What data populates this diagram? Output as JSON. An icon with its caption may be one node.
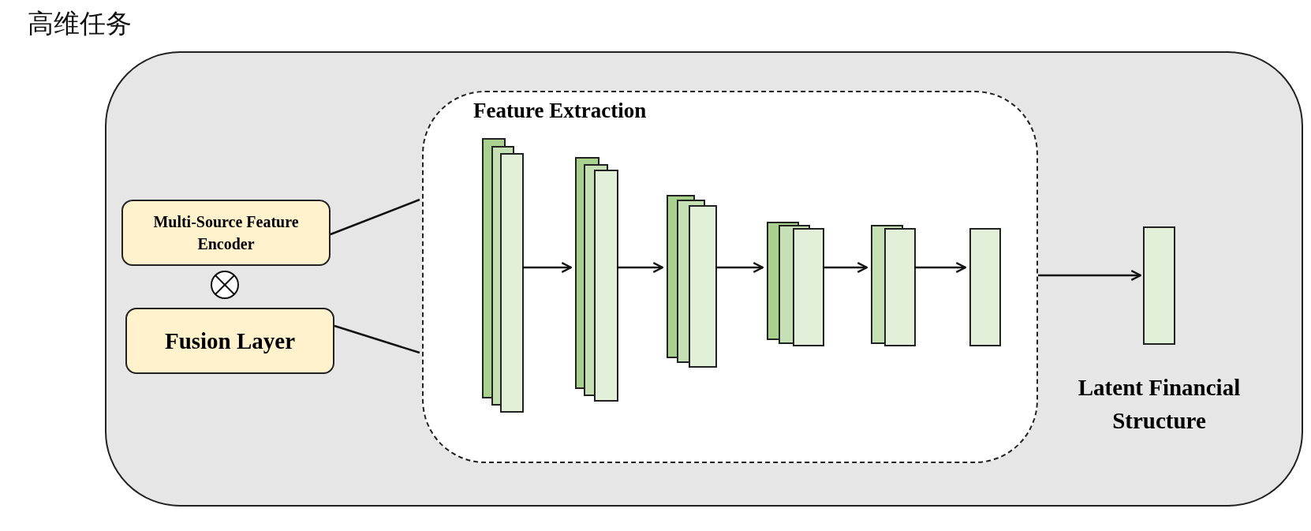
{
  "diagram": {
    "title": "高维任务",
    "nodes": [
      {
        "text": [],
        "shape": "box"
      },
      {
        "text": [
          "Multi-Source Feature Encoder"
        ],
        "in": 0
      },
      {
        "text": [
          "Fusion Layer"
        ],
        "in": 0
      },
      {
        "text": [
          "Feature Extraction"
        ],
        "in": 0
      },
      {
        "text": [],
        "shape": "box",
        "in": 3
      },
      {
        "text": [],
        "shape": "box",
        "in": 3
      },
      {
        "text": [],
        "shape": "box",
        "in": 3
      },
      {
        "text": [],
        "shape": "box",
        "in": 3
      },
      {
        "text": [],
        "shape": "box",
        "in": 3
      },
      {
        "text": [],
        "shape": "box",
        "in": 3
      },
      {
        "text": [],
        "shape": "box",
        "in": 0,
        "beside": [
          "Latent Financial Structure"
        ]
      }
    ],
    "edges": [
      {
        "from": 1,
        "to": 3,
        "arrow": "none"
      },
      {
        "from": 2,
        "to": 3,
        "arrow": "none"
      },
      {
        "from": 4,
        "to": 5,
        "arrow": "to"
      },
      {
        "from": 5,
        "to": 6,
        "arrow": "to"
      },
      {
        "from": 6,
        "to": 7,
        "arrow": "to"
      },
      {
        "from": 7,
        "to": 8,
        "arrow": "to"
      },
      {
        "from": 8,
        "to": 9,
        "arrow": "to"
      },
      {
        "from": 3,
        "to": 10,
        "arrow": "to"
      }
    ]
  }
}
